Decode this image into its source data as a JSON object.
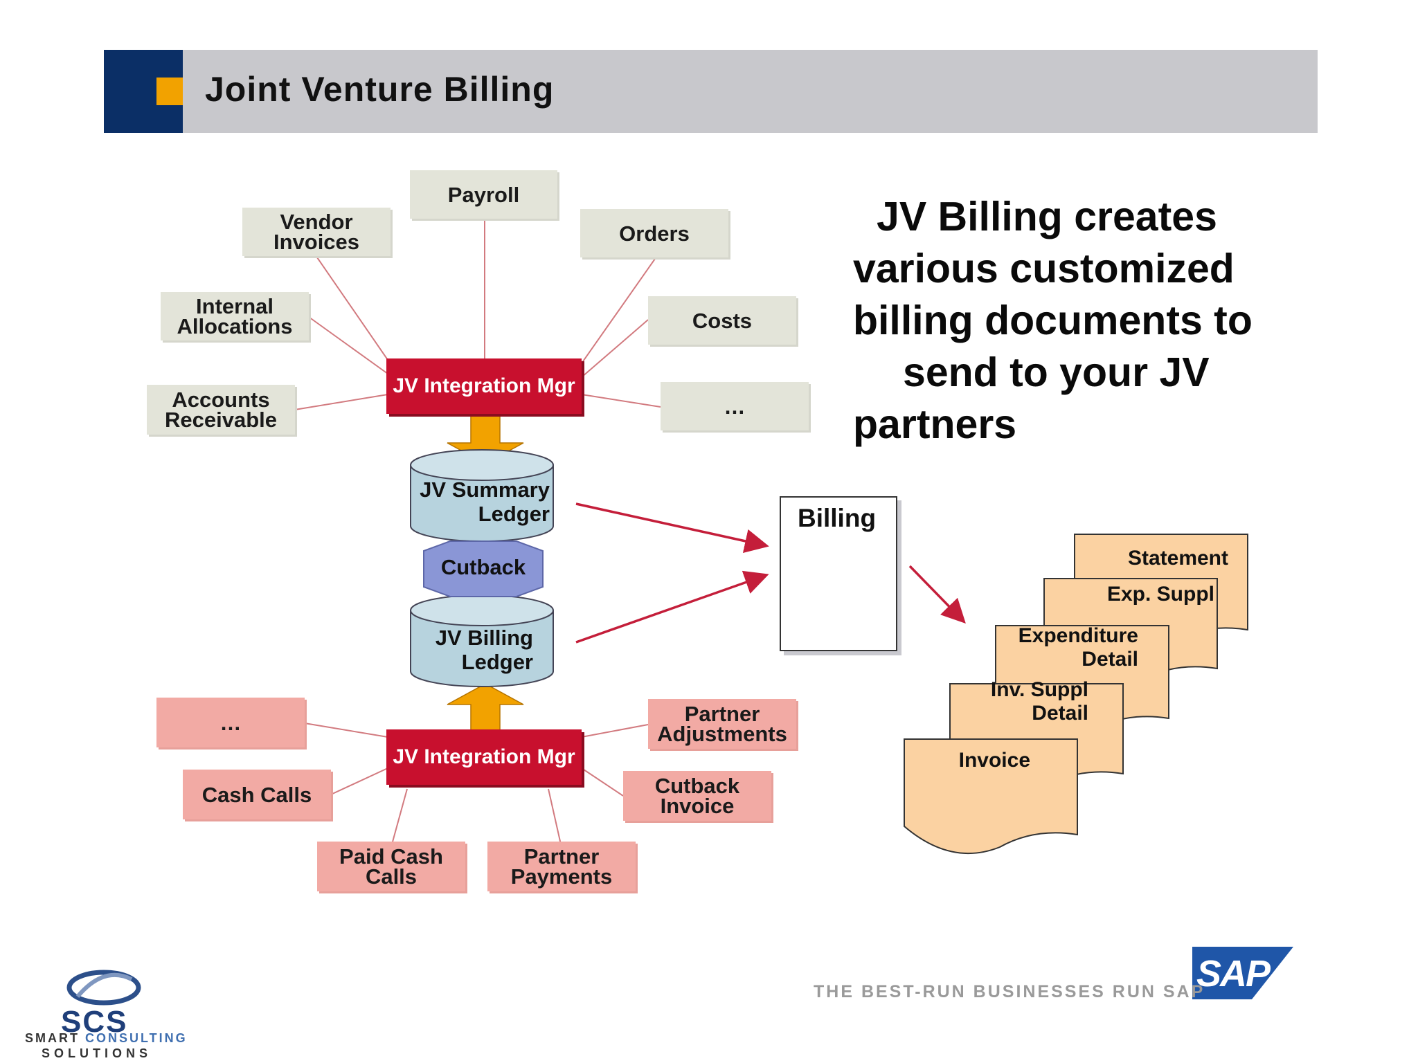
{
  "title": "Joint Venture Billing",
  "colors": {
    "navy": "#0b2f66",
    "orange_accent": "#f2a200",
    "header_grey": "#c8c8cc",
    "mgr_red": "#c8102e",
    "source_grey": "#e3e4d9",
    "source_pink": "#f2aaa4",
    "doc_peach": "#fbd2a2",
    "db_blue": "#b7d3de",
    "cutback_purple": "#8a96d6"
  },
  "top_sources": {
    "payroll": "Payroll",
    "vendor_invoices": [
      "Vendor",
      "Invoices"
    ],
    "orders": "Orders",
    "internal_allocations": [
      "Internal",
      "Allocations"
    ],
    "costs": "Costs",
    "accounts_receivable": [
      "Accounts",
      "Receivable"
    ],
    "more": "…"
  },
  "integration_mgr": "JV Integration Mgr",
  "summary_ledger": [
    "JV Summary",
    "Ledger"
  ],
  "cutback": "Cutback",
  "billing_ledger": [
    "JV Billing",
    "Ledger"
  ],
  "bottom_sources": {
    "more": "…",
    "cash_calls": "Cash Calls",
    "partner_adjustments": [
      "Partner",
      "Adjustments"
    ],
    "cutback_invoice": [
      "Cutback",
      "Invoice"
    ],
    "paid_cash_calls": [
      "Paid Cash",
      "Calls"
    ],
    "partner_payments": [
      "Partner",
      "Payments"
    ]
  },
  "main_text": [
    "JV Billing creates",
    "various customized",
    "billing documents to",
    "send to your JV",
    "partners"
  ],
  "billing_label": "Billing",
  "documents": {
    "statement": "Statement",
    "exp_suppl": "Exp. Suppl",
    "expenditure_detail": [
      "Expenditure",
      "Detail"
    ],
    "inv_suppl_detail": [
      "Inv. Suppl",
      "Detail"
    ],
    "invoice": "Invoice"
  },
  "tagline": "THE BEST-RUN BUSINESSES RUN SAP",
  "sap_logo": "SAP",
  "scs_logo": {
    "name": "SCS",
    "line1_a": "SMART ",
    "line1_b": "CONSULTING",
    "line2": "SOLUTIONS"
  }
}
